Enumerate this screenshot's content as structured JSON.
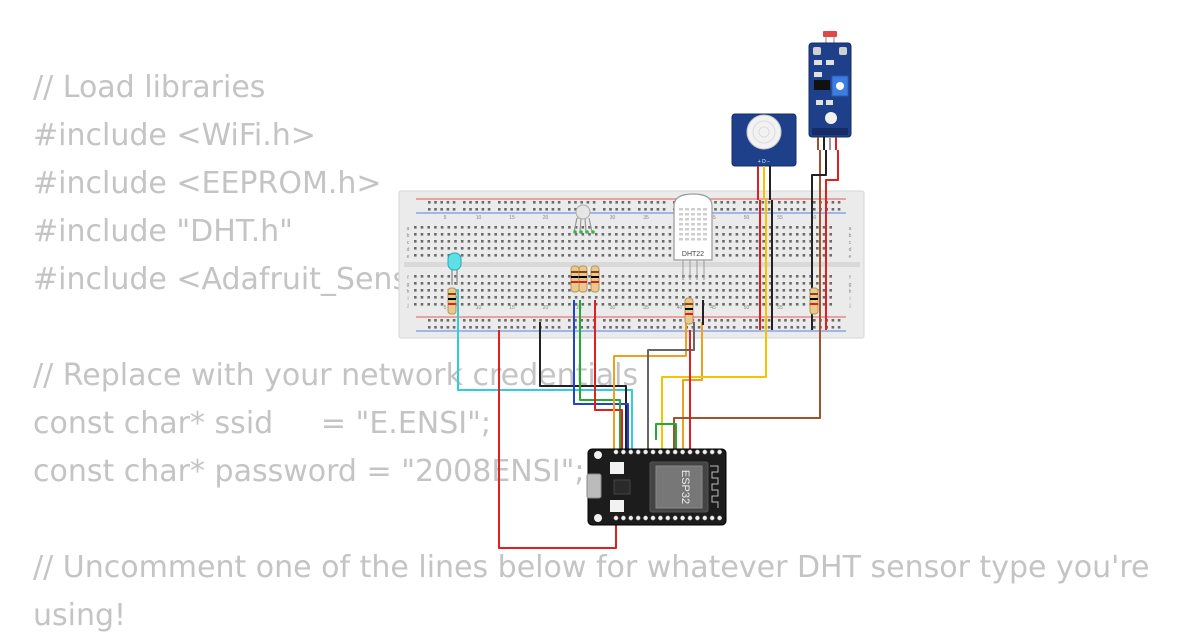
{
  "code": {
    "block1": [
      "// Load libraries",
      "#include <WiFi.h>",
      "#include <EEPROM.h>",
      "#include \"DHT.h\"",
      "#include <Adafruit_Sensor.h>"
    ],
    "block2": [
      "// Replace with your network credentials",
      "const char* ssid     = \"E.ENSI\";",
      "const char* password = \"2008ENSI\";"
    ],
    "block3": [
      "// Uncomment one of the lines below for whatever DHT sensor type you're",
      "using!"
    ]
  },
  "diagram": {
    "breadboard_columns": [
      "5",
      "10",
      "15",
      "20",
      "25",
      "30",
      "35",
      "40",
      "45",
      "50",
      "55",
      "60"
    ],
    "breadboard_rows": [
      "a",
      "b",
      "c",
      "d",
      "e",
      "f",
      "g",
      "h",
      "i",
      "j"
    ],
    "dht_label": "DHT22",
    "mcu_label": "ESP32",
    "pir_pins": "+ D −",
    "colors": {
      "wire_red": "#e02020",
      "wire_yellow": "#f5c400",
      "wire_orange": "#f0a020",
      "wire_cyan": "#33ccdd",
      "wire_blue": "#2244cc",
      "wire_green": "#22aa33",
      "wire_black": "#222222",
      "wire_brown": "#a0522d",
      "wire_grey": "#666666"
    }
  }
}
